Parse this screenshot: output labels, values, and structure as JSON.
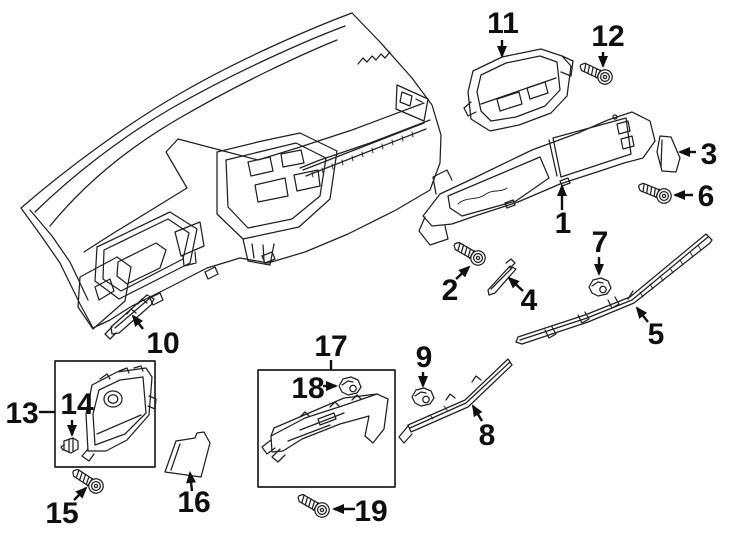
{
  "colors": {
    "background": "#ffffff",
    "art_line": "#231f20",
    "callout": "#0f0f0f"
  },
  "callouts": [
    {
      "number": "1"
    },
    {
      "number": "2"
    },
    {
      "number": "3"
    },
    {
      "number": "4"
    },
    {
      "number": "5"
    },
    {
      "number": "6"
    },
    {
      "number": "7"
    },
    {
      "number": "8"
    },
    {
      "number": "9"
    },
    {
      "number": "10"
    },
    {
      "number": "11"
    },
    {
      "number": "12"
    },
    {
      "number": "13"
    },
    {
      "number": "14"
    },
    {
      "number": "15"
    },
    {
      "number": "16"
    },
    {
      "number": "17"
    },
    {
      "number": "18"
    },
    {
      "number": "19"
    }
  ]
}
